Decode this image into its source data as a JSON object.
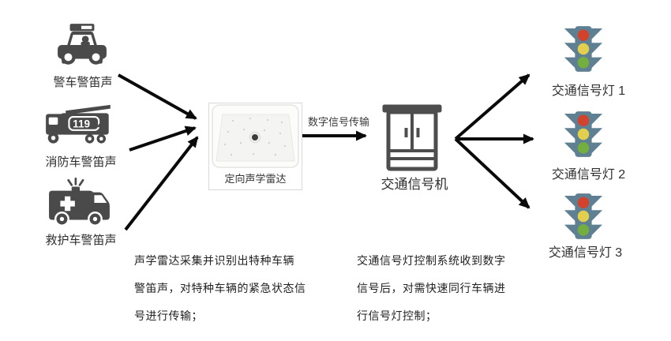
{
  "diagram": {
    "sources": [
      {
        "label": "警车警笛声"
      },
      {
        "label": "消防车警笛声",
        "badge": "119"
      },
      {
        "label": "救护车警笛声"
      }
    ],
    "radar": {
      "caption": "定向声学雷达"
    },
    "transmission_label": "数字信号传输",
    "controller": {
      "label": "交通信号机"
    },
    "lights": [
      {
        "label": "交通信号灯 1"
      },
      {
        "label": "交通信号灯 2"
      },
      {
        "label": "交通信号灯 3"
      }
    ],
    "notes": {
      "left_lines": [
        "声学雷达采集并识别出特种车辆",
        "警笛声，对特种车辆的紧急状态信",
        "号进行传输；"
      ],
      "right_lines": [
        "交通信号灯控制系统收到数字",
        "信号后，对需快速同行车辆进",
        "行信号灯控制；"
      ]
    },
    "colors": {
      "icon_dark": "#4a4a4a",
      "light_body": "#5e8092",
      "lamp_red": "#d2422c",
      "lamp_yellow": "#e3cf4e",
      "lamp_green": "#74ad40",
      "arrow": "#0a0a0a"
    }
  }
}
